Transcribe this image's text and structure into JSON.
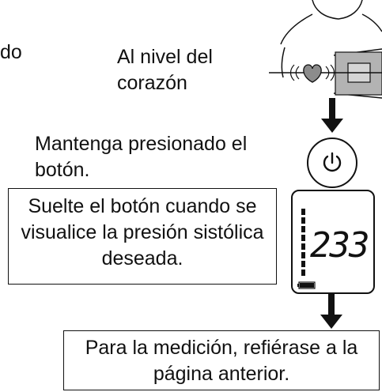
{
  "cut_fragment": "do",
  "heart_level_label": "Al nivel del corazón",
  "hold_instruction": "Mantenga presionado el botón.",
  "release_instruction": "Suelte el botón cuando se visualice la presión sistólica deseada.",
  "lcd": {
    "value": "233",
    "battery_fill": 1.0
  },
  "final_instruction": "Para la medición, refiérase a la página anterior.",
  "icons": {
    "power": "power-icon",
    "heart": "heart-icon",
    "arrow": "down-arrow-icon",
    "battery": "battery-icon"
  }
}
